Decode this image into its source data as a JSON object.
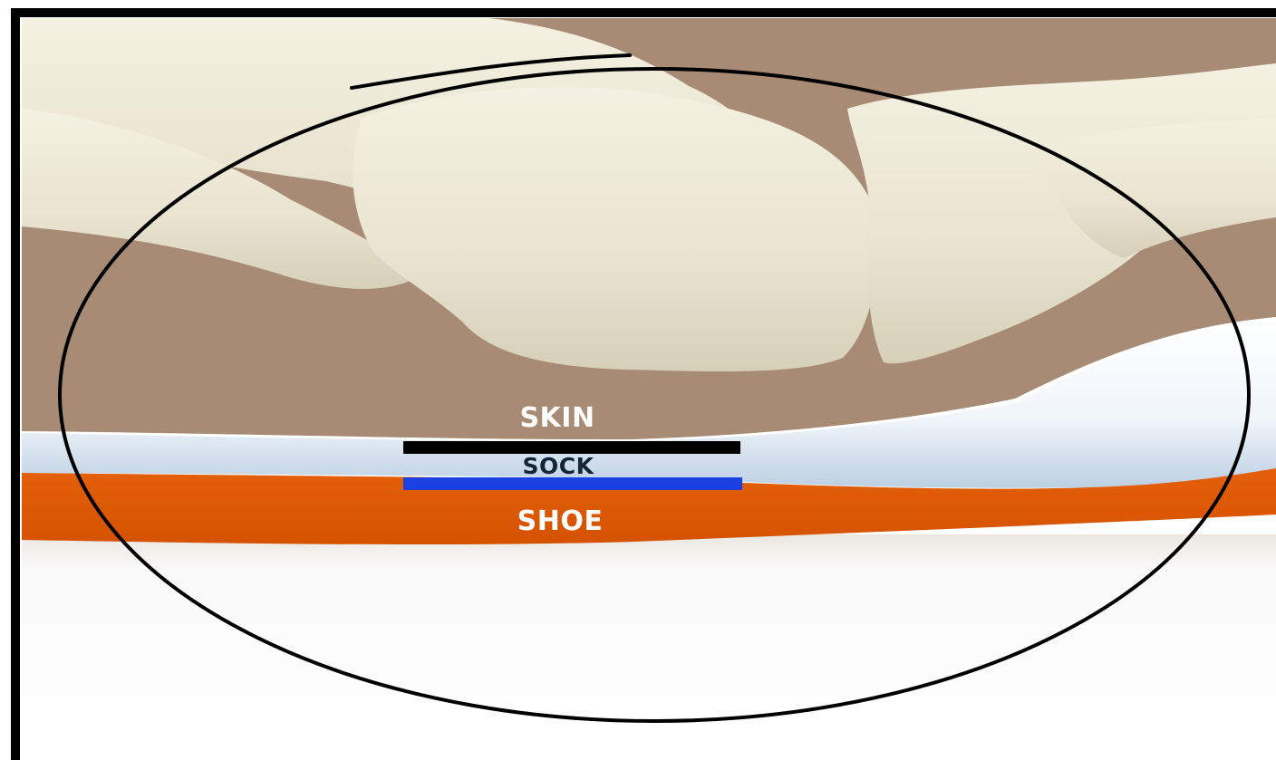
{
  "labels": {
    "skin": "SKIN",
    "sock": "SOCK",
    "shoe": "SHOE"
  },
  "colors": {
    "background_tissue": "#a78b74",
    "bone": "#ebe6d4",
    "sock": "#e8f0f8",
    "shoe": "#e05a00",
    "skin_marker": "#000000",
    "sock_marker": "#1b3fe0",
    "annotation": "#000000",
    "frame": "#000000"
  }
}
